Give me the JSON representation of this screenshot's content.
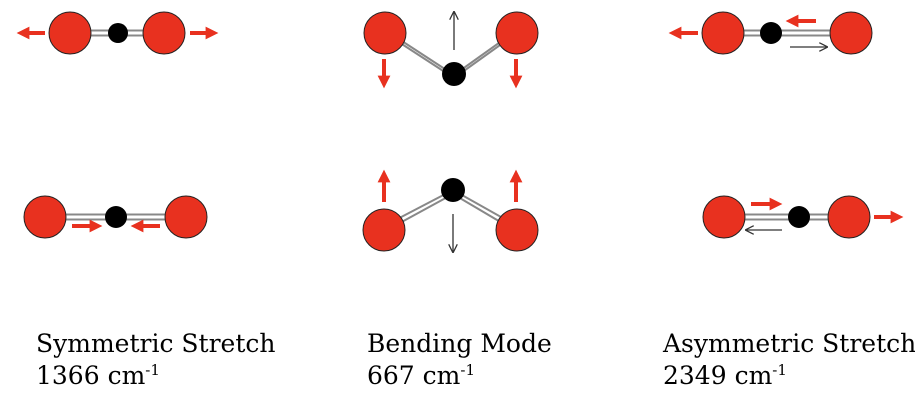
{
  "colors": {
    "oxygen": "#e8311f",
    "carbon": "#000000",
    "arrow_red": "#e8311f",
    "arrow_open": "#333333",
    "bond": "#888888"
  },
  "modes": [
    {
      "name": "Symmetric Stretch",
      "wavenumber": "1366",
      "unit_base": "cm",
      "unit_exp": "-1"
    },
    {
      "name": "Bending Mode",
      "wavenumber": "667",
      "unit_base": "cm",
      "unit_exp": "-1"
    },
    {
      "name": "Asymmetric Stretch",
      "wavenumber": "2349",
      "unit_base": "cm",
      "unit_exp": "-1"
    }
  ]
}
